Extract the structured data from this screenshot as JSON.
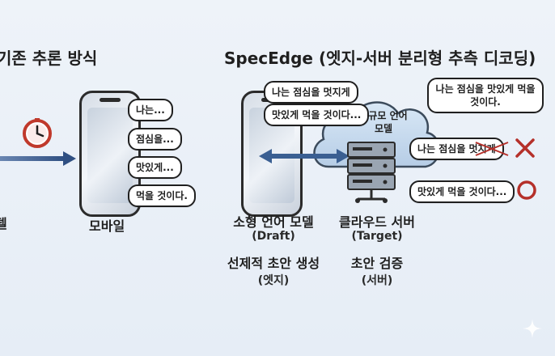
{
  "left_section": {
    "title": "기존 추론 방식",
    "device_label": "모바일",
    "bubbles": [
      "나는...",
      "점심을...",
      "맛있게...",
      "먹을 것이다."
    ],
    "partial_label_fragment": "델"
  },
  "right_section": {
    "title": "SpecEdge (엣지-서버 분리형 추측 디코딩)",
    "edge_bubble_1": "나는 점심을 멋지게",
    "edge_bubble_2": "맛있게 먹을 것이다...",
    "cloud_label": "대규모 언어 모델",
    "server_bubble_top": "나는 점심을 맛있게 먹을 것이다.",
    "reject_bubble": "나는 점심을 멋지게",
    "accept_bubble": "맛있게 먹을 것이다...",
    "draft_model": {
      "label": "소형 언어 모델",
      "sub": "(Draft)",
      "role": "선제적 초안 생성",
      "role_sub": "(엣지)"
    },
    "target_model": {
      "label": "클라우드 서버",
      "sub": "(Target)",
      "role": "초안 검증",
      "role_sub": "(서버)"
    }
  },
  "colors": {
    "reject": "#b5302a",
    "accept": "#b5302a",
    "arrow": "#3a5f92",
    "clock": "#c0392b"
  }
}
